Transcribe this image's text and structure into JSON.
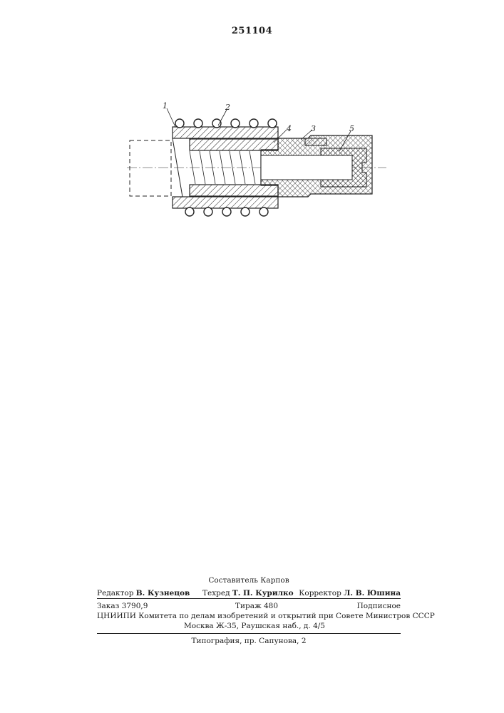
{
  "header": {
    "patent_number": "251104"
  },
  "drawing": {
    "labels": [
      "1",
      "2",
      "4",
      "3",
      "5"
    ]
  },
  "imprint": {
    "compiler": "Составитель Карпов",
    "editor_role": "Редактор",
    "editor_name": "В. Кузнецов",
    "techeditor_role": "Техред",
    "techeditor_name": "Т. П. Курилко",
    "proofreader_role": "Корректор",
    "proofreader_name": "Л. В. Юшина",
    "order": "Заказ 3790,9",
    "circulation": "Тираж 480",
    "subscription": "Подписное",
    "institute": "ЦНИИПИ Комитета по делам изобретений и открытий при Совете Министров СССР",
    "address": "Москва Ж-35, Раушская наб., д. 4/5",
    "printing_house": "Типография, пр. Сапунова, 2"
  }
}
